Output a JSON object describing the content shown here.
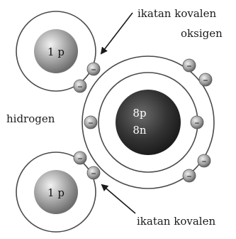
{
  "labels": {
    "covalent_bond_top": "ikatan kovalen",
    "oxygen": "oksigen",
    "hydrogen": "hidrogen",
    "covalent_bond_bottom": "ikatan kovalen"
  },
  "hydrogen_top": {
    "nucleus": "1 p"
  },
  "hydrogen_bottom": {
    "nucleus": "1 p"
  },
  "oxygen_atom": {
    "protons": "8p",
    "neutrons": "8n"
  },
  "electron_symbol": "–",
  "colors": {
    "shell": "#4a4a4a",
    "small_nucleus": "#9e9e9e",
    "large_nucleus": "#3c3c3c",
    "electron": "#8c8c8c",
    "nucleus_text_light": "#ffffff",
    "nucleus_text_dark": "#111111"
  }
}
